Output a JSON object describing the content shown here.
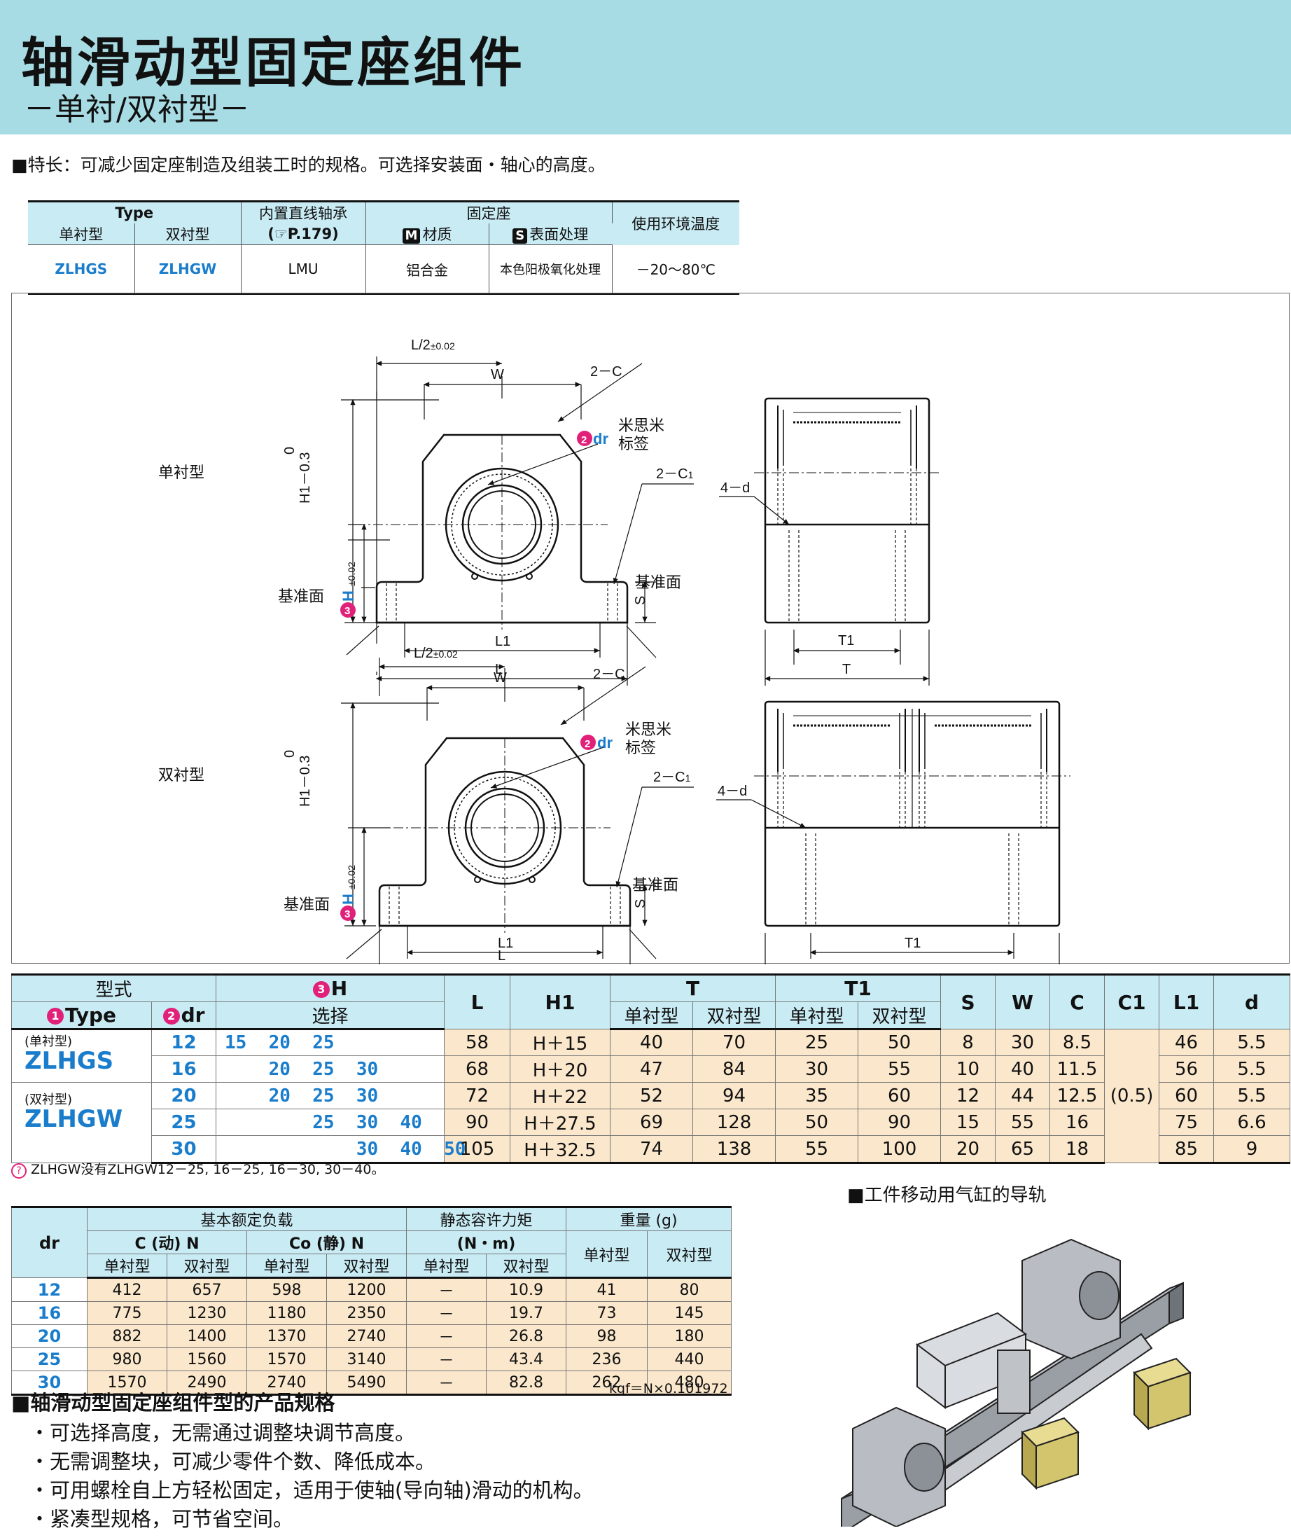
{
  "header": {
    "title": "轴滑动型固定座组件",
    "subtitle": "－单衬/双衬型－"
  },
  "feature": "■特长：可减少固定座制造及组装工时的规格。可选择安装面・轴心的高度。",
  "spec_table": {
    "type_header": "Type",
    "single_label": "单衬型",
    "double_label": "双衬型",
    "bearing_header": "内置直线轴承",
    "bearing_ref": "(☞P.179)",
    "housing_header": "固定座",
    "material_badge": "M",
    "material_label": "材质",
    "surface_badge": "S",
    "surface_label": "表面处理",
    "temp_header": "使用环境温度",
    "single_type": "ZLHGS",
    "double_type": "ZLHGW",
    "bearing": "LMU",
    "material": "铝合金",
    "surface": "本色阳极氧化处理",
    "temp": "－20～80℃"
  },
  "drawing": {
    "single_label": "单衬型",
    "double_label": "双衬型",
    "l2": "L/2",
    "l2_tol": "±0.02",
    "w": "W",
    "c2": "2－C",
    "c12": "2－C",
    "c1_sub": "1",
    "dr_num": "2",
    "dr": "dr",
    "misumi": "米思米",
    "tag": "标签",
    "h1_tol_top": "0",
    "h1_tol": "H1－0.3",
    "h_num": "3",
    "h": "H",
    "h_tol": "±0.02",
    "s": "S",
    "l1": "L1",
    "l": "L",
    "ref": "基准面",
    "d4": "4－d",
    "t1": "T1",
    "t": "T"
  },
  "dim_table": {
    "h_model": "型式",
    "h_type_num": "1",
    "h_type": "Type",
    "h_dr_num": "2",
    "h_dr": "dr",
    "h_h_num": "3",
    "h_h": "H",
    "h_select": "选择",
    "h_L": "L",
    "h_H1": "H1",
    "h_T": "T",
    "h_T1": "T1",
    "h_S": "S",
    "h_W": "W",
    "h_C": "C",
    "h_C1": "C1",
    "h_L1": "L1",
    "h_d": "d",
    "single": "单衬型",
    "double": "双衬型",
    "type_single_paren": "(单衬型)",
    "type_single": "ZLHGS",
    "type_double_paren": "(双衬型)",
    "type_double": "ZLHGW",
    "c1_value": "(0.5)",
    "rows": [
      {
        "dr": "12",
        "h": "15  20  25",
        "L": "58",
        "H1": "H＋15",
        "Ts": "40",
        "Tw": "70",
        "T1s": "25",
        "T1w": "50",
        "S": "8",
        "W": "30",
        "C": "8.5",
        "L1": "46",
        "d": "5.5"
      },
      {
        "dr": "16",
        "h": "    20  25  30",
        "L": "68",
        "H1": "H＋20",
        "Ts": "47",
        "Tw": "84",
        "T1s": "30",
        "T1w": "55",
        "S": "10",
        "W": "40",
        "C": "11.5",
        "L1": "56",
        "d": "5.5"
      },
      {
        "dr": "20",
        "h": "    20  25  30",
        "L": "72",
        "H1": "H＋22",
        "Ts": "52",
        "Tw": "94",
        "T1s": "35",
        "T1w": "60",
        "S": "12",
        "W": "44",
        "C": "12.5",
        "L1": "60",
        "d": "5.5"
      },
      {
        "dr": "25",
        "h": "        25  30  40",
        "L": "90",
        "H1": "H＋27.5",
        "Ts": "69",
        "Tw": "128",
        "T1s": "50",
        "T1w": "90",
        "S": "15",
        "W": "55",
        "C": "16",
        "L1": "75",
        "d": "6.6"
      },
      {
        "dr": "30",
        "h": "            30  40  50",
        "L": "105",
        "H1": "H＋32.5",
        "Ts": "74",
        "Tw": "138",
        "T1s": "55",
        "T1w": "100",
        "S": "20",
        "W": "65",
        "C": "18",
        "L1": "85",
        "d": "9"
      }
    ]
  },
  "note": "ZLHGW没有ZLHGW12－25, 16－25, 16－30, 30－40。",
  "load_table": {
    "h_dr": "dr",
    "h_load": "基本额定负载",
    "h_c": "C (动) N",
    "h_co": "Co (静) N",
    "h_moment": "静态容许力矩",
    "h_moment_unit": "(N・m)",
    "h_weight": "重量 (g)",
    "single": "单衬型",
    "double": "双衬型",
    "rows": [
      {
        "dr": "12",
        "cs": "412",
        "cw": "657",
        "cos": "598",
        "cow": "1200",
        "ms": "－",
        "mw": "10.9",
        "ws": "41",
        "ww": "80"
      },
      {
        "dr": "16",
        "cs": "775",
        "cw": "1230",
        "cos": "1180",
        "cow": "2350",
        "ms": "－",
        "mw": "19.7",
        "ws": "73",
        "ww": "145"
      },
      {
        "dr": "20",
        "cs": "882",
        "cw": "1400",
        "cos": "1370",
        "cow": "2740",
        "ms": "－",
        "mw": "26.8",
        "ws": "98",
        "ww": "180"
      },
      {
        "dr": "25",
        "cs": "980",
        "cw": "1560",
        "cos": "1570",
        "cow": "3140",
        "ms": "－",
        "mw": "43.4",
        "ws": "236",
        "ww": "440"
      },
      {
        "dr": "30",
        "cs": "1570",
        "cw": "2490",
        "cos": "2740",
        "cow": "5490",
        "ms": "－",
        "mw": "82.8",
        "ws": "262",
        "ww": "480"
      }
    ]
  },
  "kgf": "kgf＝N×0.101972",
  "spec": {
    "title": "■轴滑动型固定座组件型的产品规格",
    "items": [
      "・可选择高度，无需通过调整块调节高度。",
      "・无需调整块，可减少零件个数、降低成本。",
      "・可用螺栓自上方轻松固定，适用于使轴(导向轴)滑动的机构。",
      "・紧凑型规格，可节省空间。"
    ]
  },
  "guide_caption": "■工件移动用气缸的导轨"
}
